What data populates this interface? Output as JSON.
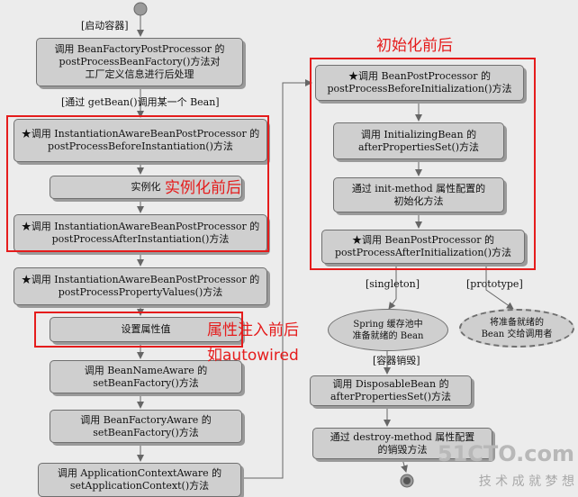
{
  "labels": {
    "start": "[启动容器]",
    "get_bean": "[通过 getBean()调用某一个 Bean]",
    "singleton": "[singleton]",
    "prototype": "[prototype]",
    "destroy": "[容器销毁]"
  },
  "left_boxes": [
    {
      "lines": [
        "调用 BeanFactoryPostProcessor 的",
        "postProcessBeanFactory()方法对",
        "工厂定义信息进行后处理"
      ]
    },
    {
      "lines": [
        "★调用 InstantiationAwareBeanPostProcessor 的",
        "postProcessBeforeInstantiation()方法"
      ]
    },
    {
      "lines": [
        "实例化"
      ]
    },
    {
      "lines": [
        "★调用 InstantiationAwareBeanPostProcessor 的",
        "postProcessAfterInstantiation()方法"
      ]
    },
    {
      "lines": [
        "★调用 InstantiationAwareBeanPostProcessor 的",
        "postProcessPropertyValues()方法"
      ]
    },
    {
      "lines": [
        "设置属性值"
      ]
    },
    {
      "lines": [
        "调用 BeanNameAware 的",
        "setBeanFactory()方法"
      ]
    },
    {
      "lines": [
        "调用 BeanFactoryAware 的",
        "setBeanFactory()方法"
      ]
    },
    {
      "lines": [
        "调用 ApplicationContextAware 的",
        "setApplicationContext()方法"
      ]
    }
  ],
  "right_boxes": [
    {
      "lines": [
        "★调用 BeanPostProcessor 的",
        "postProcessBeforeInitialization()方法"
      ]
    },
    {
      "lines": [
        "调用 InitializingBean 的",
        "afterPropertiesSet()方法"
      ]
    },
    {
      "lines": [
        "通过 init-method 属性配置的",
        "初始化方法"
      ]
    },
    {
      "lines": [
        "★调用 BeanPostProcessor 的",
        "postProcessAfterInitialization()方法"
      ]
    },
    {
      "lines": [
        "调用 DisposableBean 的",
        "afterPropertiesSet()方法"
      ]
    },
    {
      "lines": [
        "通过 destroy-method 属性配置",
        "的销毁方法"
      ]
    }
  ],
  "ellipses": {
    "singleton": {
      "lines": [
        "Spring 缓存池中",
        "准备就绪的 Bean"
      ]
    },
    "prototype": {
      "lines": [
        "将准备就绪的",
        "Bean 交给调用者"
      ]
    }
  },
  "annotations": {
    "init_around": "初始化前后",
    "instantiate_around": "实例化前后",
    "inject_around": "属性注入前后",
    "autowired": "如autowired"
  },
  "watermark": {
    "site": "51CTO.com",
    "slogan": "技 术 成 就 梦 想"
  },
  "colors": {
    "accent": "#e51c1c",
    "box_fill": "#cfcfcf",
    "box_border": "#6f6f6f",
    "background": "#ececec"
  }
}
